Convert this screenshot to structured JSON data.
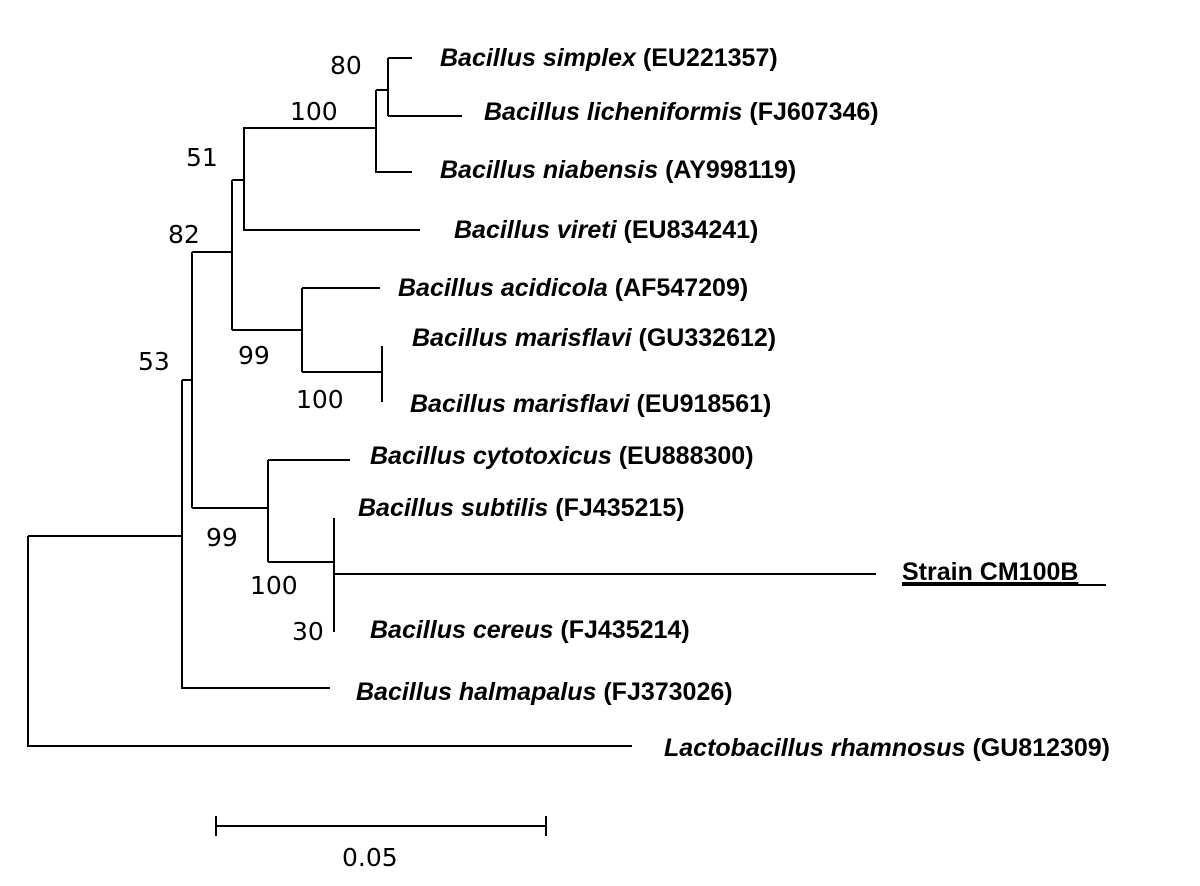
{
  "taxa": [
    {
      "genus": "Bacillus",
      "species": "simplex",
      "accession": "(EU221357)"
    },
    {
      "genus": "Bacillus",
      "species": "licheniformis",
      "accession": "(FJ607346)"
    },
    {
      "genus": "Bacillus",
      "species": "niabensis",
      "accession": "(AY998119)"
    },
    {
      "genus": "Bacillus",
      "species": "vireti",
      "accession": "(EU834241)"
    },
    {
      "genus": "Bacillus",
      "species": "acidicola",
      "accession": "(AF547209)"
    },
    {
      "genus": "Bacillus",
      "species": "marisflavi",
      "accession": "(GU332612)"
    },
    {
      "genus": "Bacillus",
      "species": "marisflavi",
      "accession": "(EU918561)"
    },
    {
      "genus": "Bacillus",
      "species": "cytotoxicus",
      "accession": "(EU888300)"
    },
    {
      "genus": "Bacillus",
      "species": "subtilis",
      "accession": "(FJ435215)"
    },
    {
      "label": "Strain CM100B"
    },
    {
      "genus": "Bacillus",
      "species": "cereus",
      "accession": "(FJ435214)"
    },
    {
      "genus": "Bacillus",
      "species": "halmapalus",
      "accession": "(FJ373026)"
    },
    {
      "genus": "Lactobacillus",
      "species": "rhamnosus",
      "accession": "(GU812309)"
    }
  ],
  "bootstrap": [
    "80",
    "100",
    "51",
    "82",
    "99",
    "100",
    "53",
    "99",
    "100",
    "30"
  ],
  "scale_bar": {
    "label": "0.05",
    "value": 0.05
  }
}
